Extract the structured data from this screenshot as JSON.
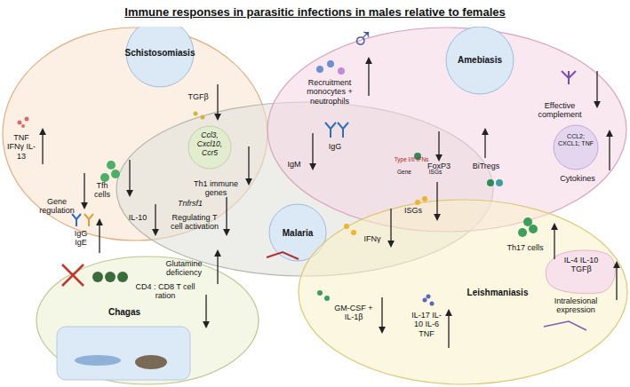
{
  "diagram": {
    "title": "Immune responses in parasitic infections in males relative to females",
    "nodes": [
      {
        "text": [
          "Schistosomiasis"
        ]
      },
      {
        "text": [
          "Malaria"
        ]
      },
      {
        "text": [
          "Amebiasis"
        ]
      },
      {
        "text": [
          "Leishmaniasis"
        ]
      },
      {
        "text": [
          "Chagas"
        ]
      }
    ],
    "labels": [
      "♂",
      "TNF IFNγ IL-13",
      "Gene regulation",
      "Tfh cells",
      "IgG IgE",
      "TGFβ",
      "IL-10",
      "Ccl3, Cxcl10, Ccr5",
      "Th1 immune genes",
      "IgM",
      "Tnfrsf1",
      "Regulating T cell activation",
      "Recruitment monocytes + neutrophils",
      "Effective complement",
      "IgG",
      "FoxP3",
      "BiTregs",
      "CCL2; CXCL1; TNF",
      "Cytokines",
      "Type I/II IFNs",
      "Gene",
      "ISGs",
      "ISGs",
      "IFNγ",
      "Th17 cells",
      "GM-CSF + IL-1β",
      "IL-17 IL-10 IL-6 TNF",
      "IL-4 IL-10 TGFβ",
      "Intralesional expression",
      "Glutamine deficiency",
      "CD4 : CD8 T cell ration"
    ]
  }
}
